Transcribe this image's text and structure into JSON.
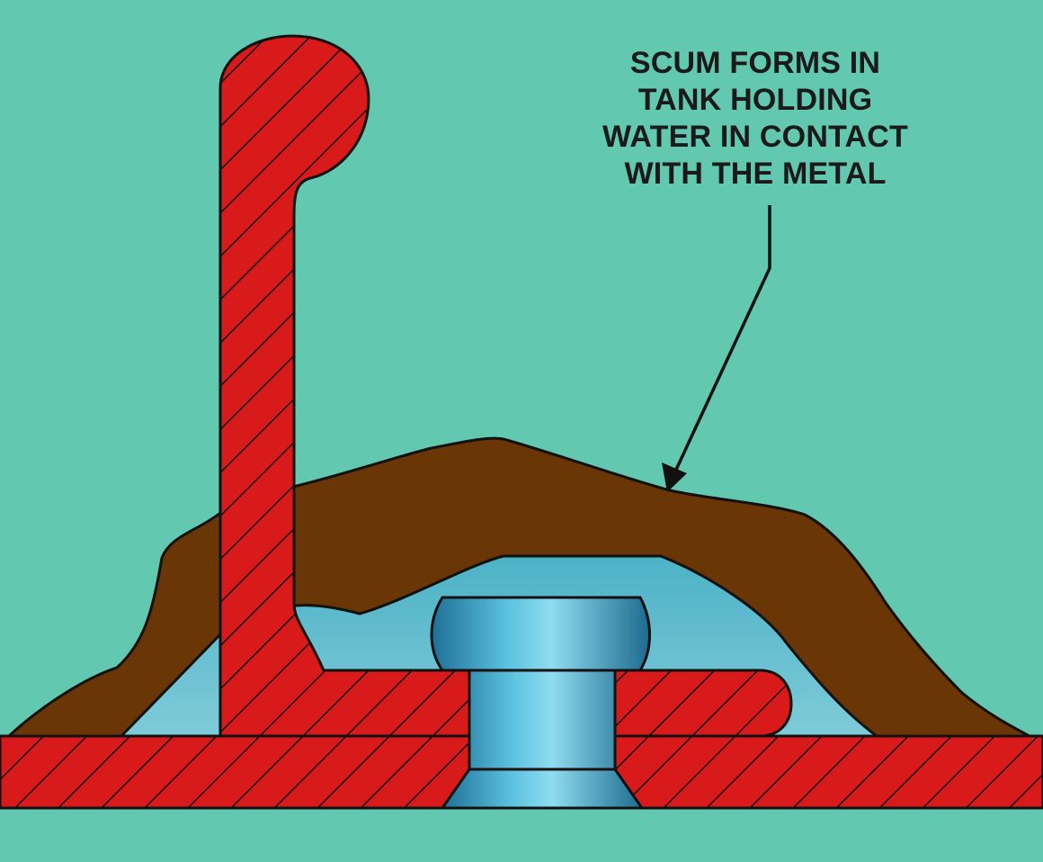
{
  "callout": {
    "lines": [
      "SCUM FORMS IN",
      "TANK HOLDING",
      "WATER IN CONTACT",
      "WITH THE METAL"
    ]
  },
  "colors": {
    "background": "#62c9b0",
    "metal": "#d81a1a",
    "scum": "#6b3605",
    "water": "#4fb5c8",
    "fastener": "#2f8fb8",
    "outline": "#111111"
  }
}
